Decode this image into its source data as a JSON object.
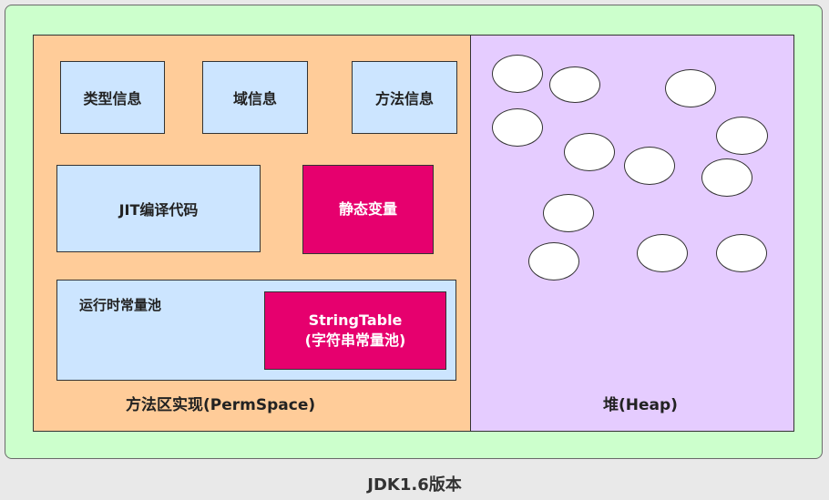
{
  "method_area": {
    "label": "方法区实现(PermSpace)",
    "type_info": "类型信息",
    "field_info": "域信息",
    "method_info": "方法信息",
    "jit_code": "JIT编译代码",
    "static_vars": "静态变量",
    "runtime_pool": {
      "label": "运行时常量池",
      "string_table": {
        "line1": "StringTable",
        "line2": "(字符串常量池)"
      }
    }
  },
  "heap": {
    "label": "堆(Heap)"
  },
  "footer": "JDK1.6版本",
  "colors": {
    "background": "#ccffcc",
    "perm": "#ffcc99",
    "heap": "#e5ccff",
    "info_box": "#cce5ff",
    "highlight": "#e6006e"
  }
}
